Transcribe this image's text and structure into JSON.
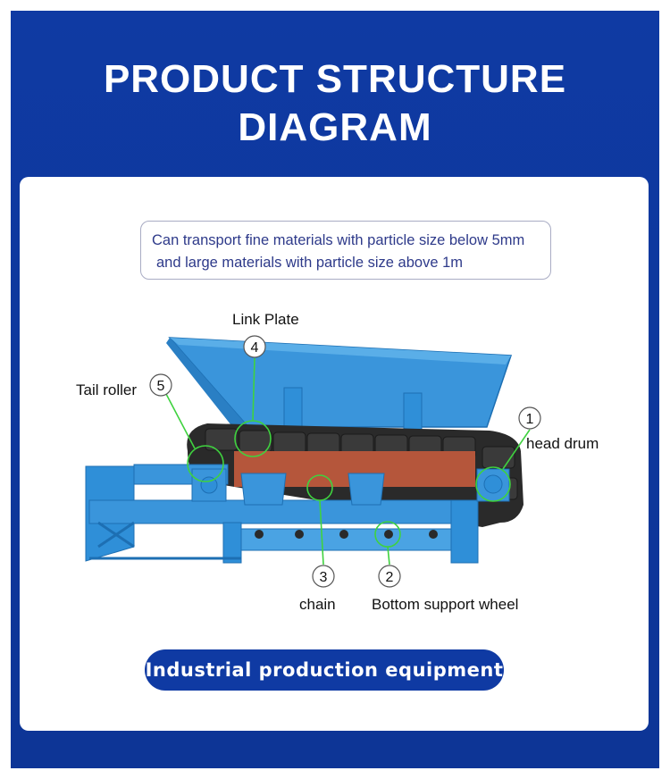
{
  "title": {
    "line1": "PRODUCT  STRUCTURE",
    "line2": "DIAGRAM"
  },
  "note": {
    "line1": "Can transport fine materials with particle size below 5mm",
    "line2": "and large materials with particle size above 1m"
  },
  "callouts": [
    {
      "number": "1",
      "label": "head drum"
    },
    {
      "number": "2",
      "label": "Bottom support wheel"
    },
    {
      "number": "3",
      "label": "chain"
    },
    {
      "number": "4",
      "label": "Link Plate"
    },
    {
      "number": "5",
      "label": "Tail roller"
    }
  ],
  "badge": {
    "text": "Industrial production equipment"
  },
  "colors": {
    "background_blue": "#0f3aa3",
    "machine_blue": "#2f8fd8",
    "callout_green": "#3fd23f",
    "chain_dark": "#2a2a2a"
  }
}
